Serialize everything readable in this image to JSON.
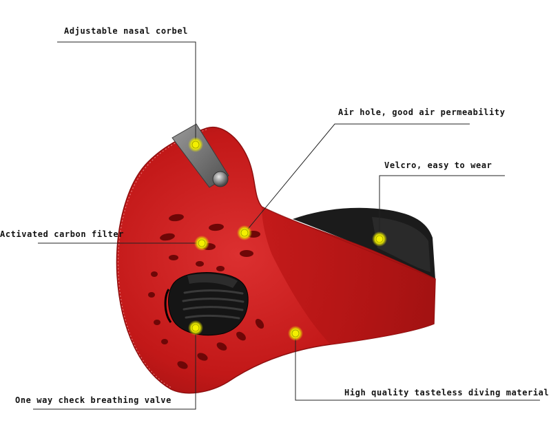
{
  "callouts": [
    {
      "id": "nasal",
      "label": "Adjustable nasal corbel"
    },
    {
      "id": "airhole",
      "label": "Air hole, good air permeability"
    },
    {
      "id": "velcro",
      "label": "Velcro, easy to wear"
    },
    {
      "id": "carbon",
      "label": "Activated carbon filter"
    },
    {
      "id": "valve",
      "label": "One way check breathing valve"
    },
    {
      "id": "material",
      "label": "High quality tasteless diving material"
    }
  ],
  "colors": {
    "mask_red": "#c41a1a",
    "mask_red_dark": "#8e0f0f",
    "mask_red_light": "#df3a3a",
    "strap_black": "#1b1b1b",
    "valve_black": "#151515",
    "nasal_metal": "#6e6e6e",
    "marker_yellow": "#f4f000",
    "leader_line": "#222222"
  }
}
